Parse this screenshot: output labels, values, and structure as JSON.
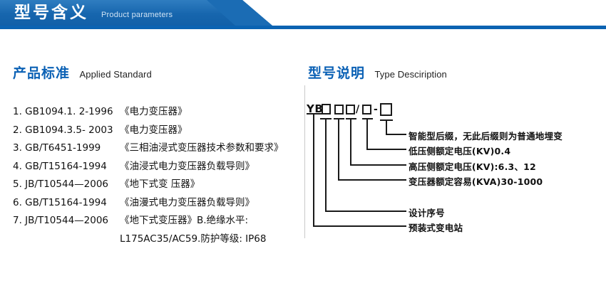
{
  "banner": {
    "title_cn": "型号含义",
    "title_en": "Product parameters",
    "accent_color": "#1766ae",
    "rule_color": "#0b63b2"
  },
  "left_section": {
    "heading_cn": "产品标准",
    "heading_en": "Applied Standard",
    "items": [
      {
        "index": "1.",
        "code": "GB1094.1. 2-1996",
        "name": "《电力变压器》"
      },
      {
        "index": "2.",
        "code": "GB1094.3.5- 2003",
        "name": "《电力变压器》"
      },
      {
        "index": "3.",
        "code": "GB/T6451-1999",
        "name": "《三相油浸式变压器技术参数和要求》"
      },
      {
        "index": "4.",
        "code": "GB/T15164-1994",
        "name": "《油浸式电力变压器负载导则》"
      },
      {
        "index": "5.",
        "code": "JB/T10544—2006",
        "name": "《地下式变 压器》"
      },
      {
        "index": "6.",
        "code": "GB/T15164-1994",
        "name": "《油漫式电力变压器负载导则》"
      },
      {
        "index": "7.",
        "code": "JB/T10544—2006",
        "name": "《地下式变压器》B.绝缘水平:"
      }
    ],
    "continuation": "L175AC35/AC59.防护等级: IP68"
  },
  "right_section": {
    "heading_cn": "型号说明",
    "heading_en": "Type Desciription",
    "code": {
      "prefix": "YB",
      "slash": "/",
      "dash": "-",
      "box_count": 5
    },
    "annotations": [
      {
        "id": "suffix",
        "text": "智能型后缀，无此后缀则为普通地埋变"
      },
      {
        "id": "lv-voltage",
        "text": "低压侧额定电压(KV)0.4"
      },
      {
        "id": "hv-voltage",
        "text": "高压侧额定电压(KV):6.3、12"
      },
      {
        "id": "capacity",
        "text": "变压器额定容易(KVA)30-1000"
      },
      {
        "id": "design-serial",
        "text": "设计序号"
      },
      {
        "id": "substation",
        "text": "预装式变电站"
      }
    ]
  }
}
